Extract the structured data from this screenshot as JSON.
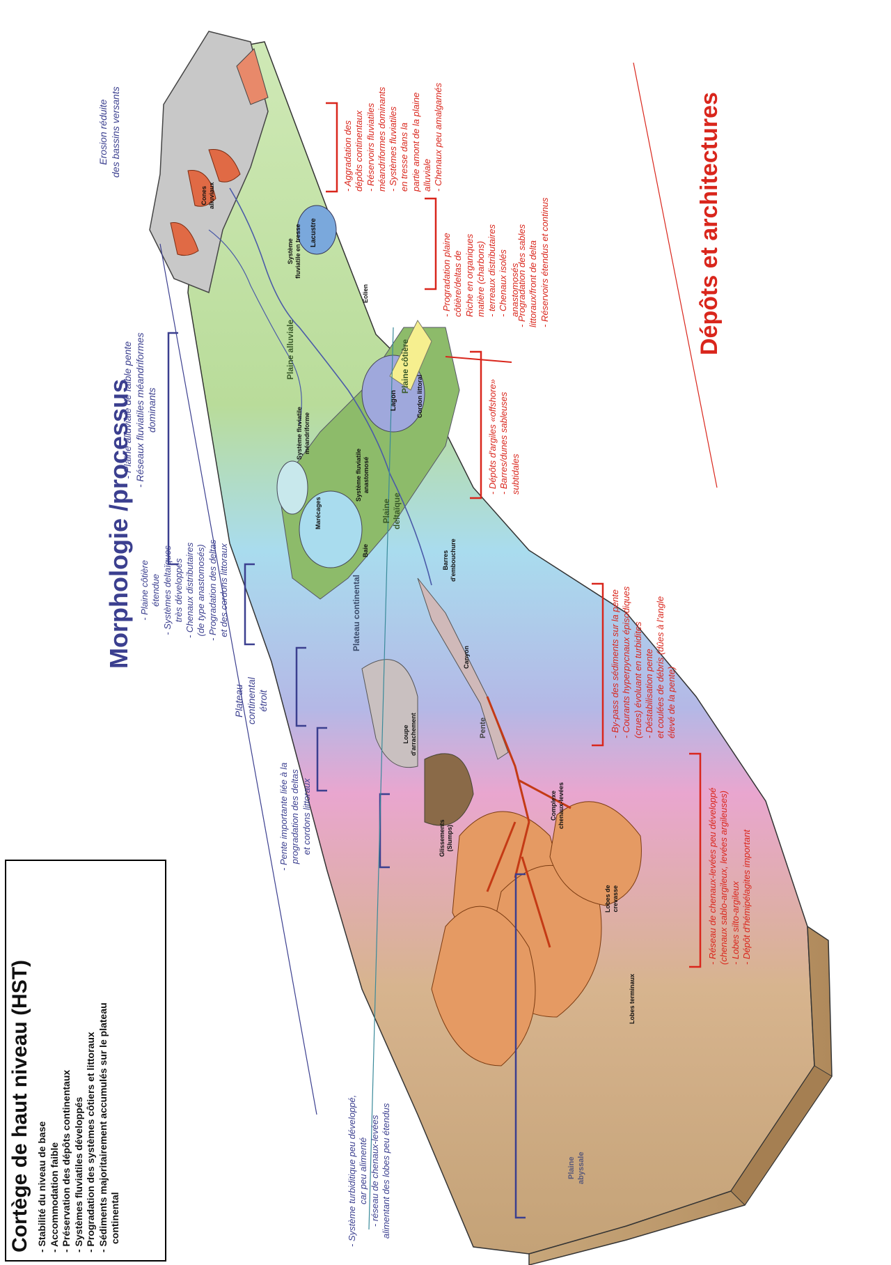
{
  "legend": {
    "title": "Cortège de haut niveau (HST)",
    "items": [
      "- Stabilité du niveau de base",
      "- Accommodation faible",
      "- Préservation des dépôts continentaux",
      "- Systèmes fluviatiles développés",
      "- Progradation des systèmes côtiers et littoraux",
      "- Sédiments majoritairement accumulés sur le plateau",
      "continental"
    ]
  },
  "headings": {
    "morphology": "Morphologie /processus",
    "deposits": "Dépôts et architectures"
  },
  "morphology_notes": {
    "erosion": [
      "Erosion réduite",
      "des bassins versants"
    ],
    "alluvial": [
      "- Plaine alluviale de faible pente",
      "- Réseaux fluviatiles méandriformes",
      "dominants"
    ],
    "coastal": [
      "- Plaine côtière",
      "étendue",
      "- Systèmes deltaïques",
      "très développés",
      "- Chenaux distributaires",
      "(de type anastomosés)",
      "- Progradation des deltas",
      "et des cordons littoraux"
    ],
    "plateau": [
      "Plateau",
      "continental",
      "étroit"
    ],
    "slope": [
      "- Pente importante liée à la",
      "progradation des deltas",
      "et cordons littoraux"
    ],
    "turbidite": [
      "- Système turbiditique peu développé,",
      "car peu alimenté",
      "- réseau de chenaux-levées",
      "alimentant des lobes peu étendus"
    ]
  },
  "deposit_notes": {
    "continental": [
      "- Aggradation des",
      "dépôts continentaux",
      "- Réservoirs fluviatiles",
      "méandriformes dominants",
      "- Systèmes fluviatiles",
      "en tresse dans la",
      "partie amont de la plaine",
      "alluviale",
      "- Chenaux peu amalgamés"
    ],
    "coastal": [
      "- Progradation plaine",
      "côtière/deltas de",
      "Riche en organiques",
      "matière (charbons)",
      "- terreaux distributaires",
      "- Chenaux isolés",
      "anastomosés"
    ],
    "sands": [
      "- Progradation des sables",
      "littoraux/front de delta",
      "- Réservoirs étendus et continus"
    ],
    "offshore": [
      "- Dépôts d'argiles «offshore»",
      "- Barres/dunes sableuses",
      "subtidales"
    ],
    "bypass": [
      "- By-pass des sédiments sur la pente",
      "- Courants hyperpycnaux épisodiques",
      "(crues) évoluant en turbidites",
      "- Déstabilisation pente",
      "et coulées de débris (dûes à l'angle",
      "élevé de la pente)"
    ],
    "turbidite": [
      "- Réseau de chenaux-levées peu développé",
      "(chenaux sablo-argileux, levées argileuses)",
      "- Lobes silto-argileux",
      "- Dépôt d'hémipélagites important"
    ]
  },
  "block_labels": {
    "cones": [
      "Cones",
      "alluviaux"
    ],
    "lacustre": "Lacustre",
    "braided": [
      "Système",
      "fluviatile en tresse"
    ],
    "eolien": "Eolien",
    "plaine_alluviale": "Plaine alluviale",
    "meandriform": [
      "Système fluviatile",
      "méandriforme"
    ],
    "plaine_cotiere": "Plaine côtière",
    "lagon": "Lagon",
    "cordon": "Cordon littoral",
    "anastomose": [
      "Système fluviatile",
      "anastomosé"
    ],
    "plaine_deltaique": [
      "Plaine",
      "deltaïque"
    ],
    "marecages": "Marécages",
    "baie": "Baie",
    "barres": [
      "Barres",
      "d'embouchure"
    ],
    "plateau": "Plateau continental",
    "canyon": "Canyon",
    "pente": "Pente",
    "loupe": [
      "Loupe",
      "d'arrachement"
    ],
    "glissements": [
      "Glissements",
      "(Slumps)"
    ],
    "complexe": [
      "Complexe",
      "chenaux-levées"
    ],
    "lobes_crevasse": [
      "Lobes de",
      "crevasse"
    ],
    "lobes_terminaux": "Lobes terminaux",
    "plaine_abyssale": [
      "Plaine",
      "abyssale"
    ]
  },
  "colors": {
    "morphology": "#3b3f8f",
    "deposits": "#d9261c",
    "mountain": "#c8c8c8",
    "alluvial_green": "#b9dc9a",
    "delta_green": "#8dbb6a",
    "lagoon_blue": "#9fa8dc",
    "sea_blue": "#a9dcee",
    "slope_pink": "#e9a6cf",
    "basin_tan": "#c9a97d",
    "fan_orange": "#e59a63"
  }
}
